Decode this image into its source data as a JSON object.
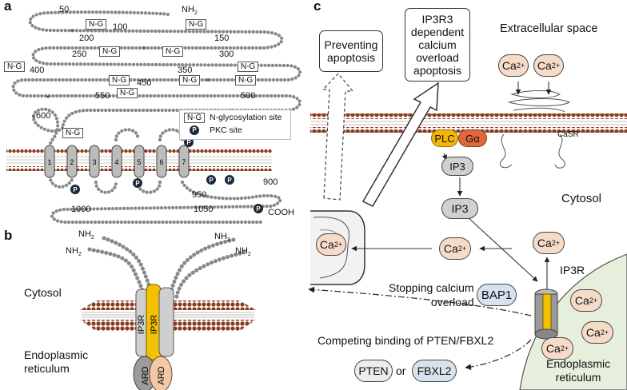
{
  "panel_a": {
    "letter": "a",
    "residues": [
      "50",
      "100",
      "150",
      "200",
      "250",
      "300",
      "350",
      "400",
      "450",
      "500",
      "550",
      "600",
      "900",
      "950",
      "1000",
      "1050"
    ],
    "nh2": "NH",
    "nh2_sub": "2",
    "cooh": "COOH",
    "ng_label": "N-G",
    "legend": {
      "ng": "N-glycosylation site",
      "pkc": "PKC site",
      "p": "P"
    },
    "tm": [
      "1",
      "2",
      "3",
      "4",
      "5",
      "6",
      "7"
    ]
  },
  "panel_b": {
    "letter": "b",
    "nh2": "NH",
    "nh2_sub": "2",
    "cytosol": "Cytosol",
    "er_line1": "Endoplasmic",
    "er_line2": "reticulum",
    "ip3r": "IP3R",
    "ard": "ARD"
  },
  "panel_c": {
    "letter": "c",
    "preventing": "Preventing apoptosis",
    "ip3r3_box": "IP3R3 dependent calcium overload apoptosis",
    "extracellular": "Extracellular space",
    "ca": "Ca",
    "ca_sup": "2+",
    "casr": "CaSR",
    "plc": "PLC",
    "ga": "Gα",
    "ip3": "IP3",
    "cytosol": "Cytosol",
    "ip3r": "IP3R",
    "stopping_line1": "Stopping calcium",
    "stopping_line2": "overload",
    "bap1": "BAP1",
    "competing": "Competing binding of PTEN/FBXL2",
    "pten": "PTEN",
    "or": "or",
    "fbxl2": "FBXL2",
    "er_line1": "Endoplasmic",
    "er_line2": "reticulum"
  },
  "colors": {
    "membrane_head": "#8b3a1e",
    "ca_fill": "#f6dcc8",
    "plc_fill": "#f2b705",
    "ga_fill": "#e0683a",
    "ip3_fill": "#d0d0d0",
    "bap1_fill": "#d6e2ee",
    "er_fill": "#e6efdc",
    "ip3r_yellow": "#f2c200",
    "ard_orange": "#f2c9a8"
  }
}
